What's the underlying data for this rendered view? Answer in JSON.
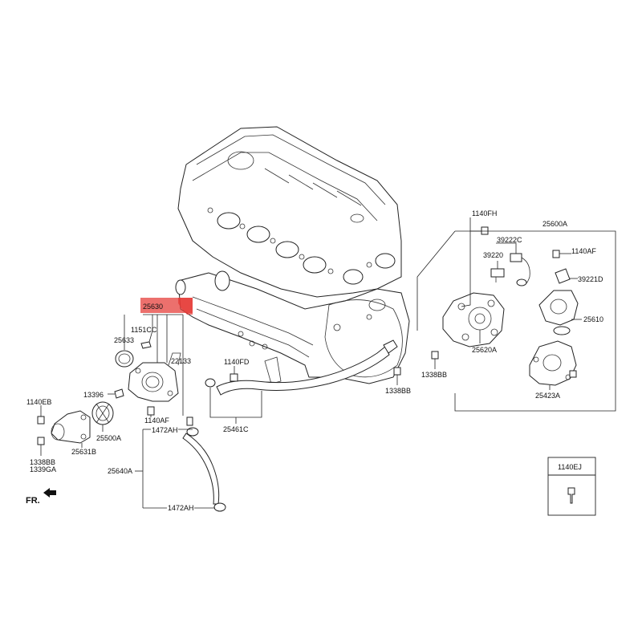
{
  "highlight_color": "#e53935",
  "front_indicator": "FR.",
  "callouts": {
    "c25630": "25630",
    "c1151CC": "1151CC",
    "c25633": "25633",
    "c22133": "22133",
    "c1140EB": "1140EB",
    "c13396": "13396",
    "c1140AF_left": "1140AF",
    "c25500A": "25500A",
    "c25631B": "25631B",
    "c1338BB_left": "1338BB",
    "c1339GA": "1339GA",
    "c1472AH_top": "1472AH",
    "c25640A": "25640A",
    "c1472AH_bottom": "1472AH",
    "c1140FD": "1140FD",
    "c25461C": "25461C",
    "c1338BB_mid": "1338BB",
    "c1338BB_right": "1338BB",
    "c1140FH": "1140FH",
    "c25600A": "25600A",
    "c39222C": "39222C",
    "c39220": "39220",
    "c1140AF_right": "1140AF",
    "c39221D": "39221D",
    "c25610": "25610",
    "c25620A": "25620A",
    "c25423A": "25423A",
    "c1140EJ": "1140EJ"
  }
}
